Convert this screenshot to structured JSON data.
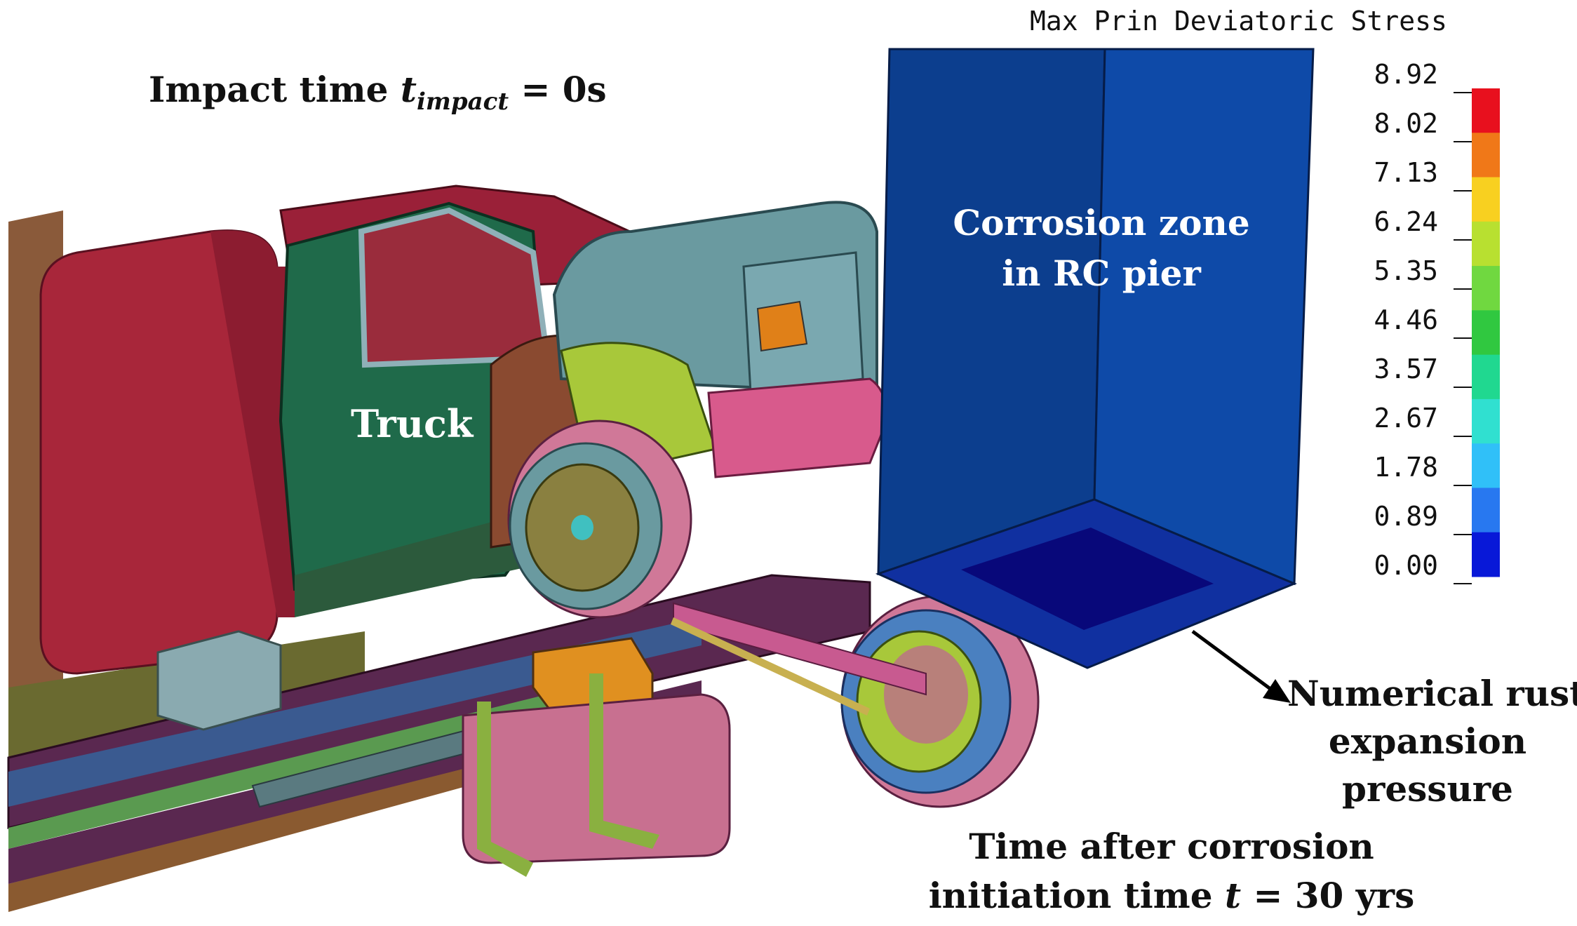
{
  "impact_label": {
    "prefix": "Impact time ",
    "var": "t",
    "sub": "impact",
    "suffix": " = 0s"
  },
  "truck_label": "Truck",
  "corrosion_label": {
    "line1": "Corrosion zone",
    "line2": "in RC pier"
  },
  "rust_label": {
    "line1": "Numerical rust",
    "line2": "expansion",
    "line3": "pressure"
  },
  "time_label": {
    "line1": "Time after corrosion",
    "line2_prefix": "initiation time ",
    "var": "t",
    "line2_suffix": " = 30 yrs"
  },
  "legend": {
    "title": "Max Prin Deviatoric Stress",
    "ticks": [
      "8.92",
      "8.02",
      "7.13",
      "6.24",
      "5.35",
      "4.46",
      "3.57",
      "2.67",
      "1.78",
      "0.89",
      "0.00"
    ],
    "colors": [
      "#e8101e",
      "#f07818",
      "#f8d020",
      "#b8e030",
      "#70d840",
      "#30c840",
      "#20d890",
      "#30e0d0",
      "#30c0f8",
      "#2878f0",
      "#0818d8"
    ]
  }
}
